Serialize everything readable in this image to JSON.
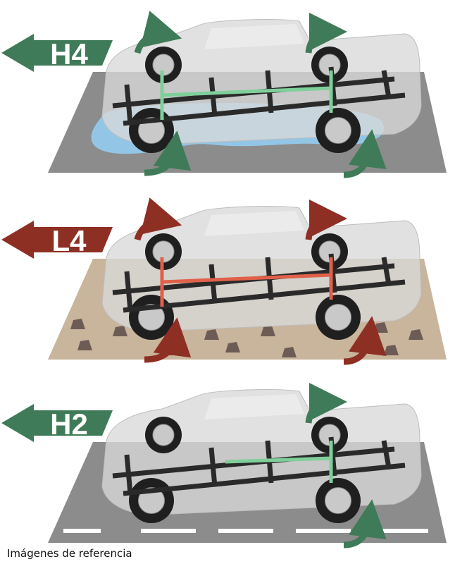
{
  "panels": [
    {
      "label": "H4",
      "color": "#3f7b58",
      "ground": "#8c8c8c",
      "ground_type": "water",
      "water": "#93c6e6",
      "driveline": "#7fcf9a",
      "active_front": true
    },
    {
      "label": "L4",
      "color": "#8e2f24",
      "ground": "#c9b59c",
      "ground_type": "rocks",
      "driveline": "#e0604a",
      "active_front": true
    },
    {
      "label": "H2",
      "color": "#3f7b58",
      "ground": "#8c8c8c",
      "ground_type": "road",
      "driveline": "#7fcf9a",
      "active_front": false
    }
  ],
  "caption": "Imágenes de referencia"
}
